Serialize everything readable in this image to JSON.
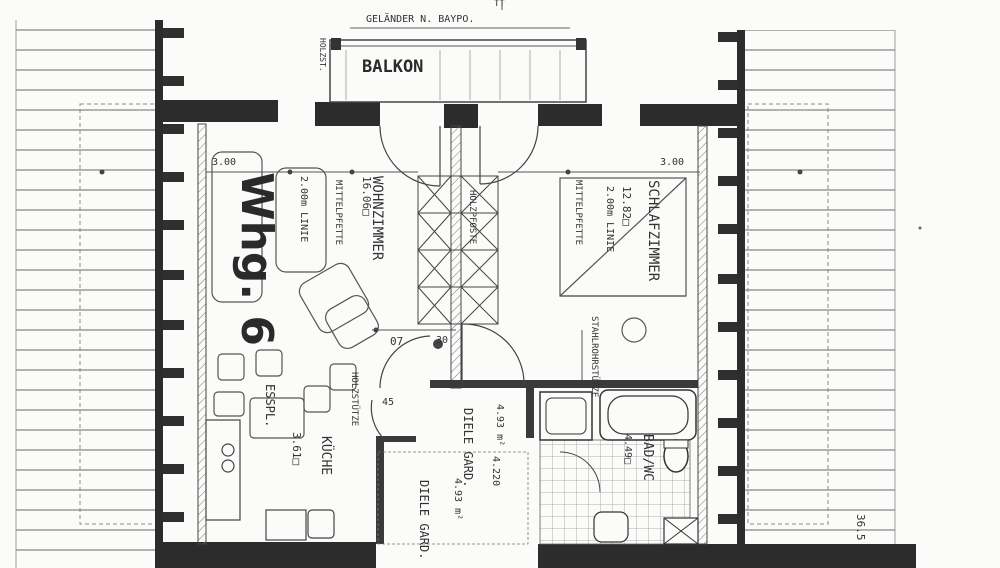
{
  "plan": {
    "balcony_railing_note": "GELÄNDER N. BAYPO.",
    "balcony_label": "BALKON",
    "balcony_side_note": "HOLZST.",
    "unit_label": "Whg. 6",
    "living_room": {
      "name": "WOHNZIMMER",
      "area": "16.06□"
    },
    "bedroom": {
      "name": "SCHLAFZIMMER",
      "area": "12.82□"
    },
    "dining": {
      "name": "ESSPL."
    },
    "kitchen": {
      "name": "KÜCHE",
      "area": "3.61□"
    },
    "wardrobe_top": {
      "name": "DIELE GARD.",
      "area": "4.93 m²"
    },
    "wardrobe_bottom": {
      "name": "DIELE GARD.",
      "area": "4.93 m²"
    },
    "bath": {
      "name": "BAD/WC",
      "area": "4.49□"
    },
    "living_height_line": "2.00m LINIE",
    "bedroom_height_line": "2.00m LINIE",
    "living_purlin": "MITTELPFETTE",
    "bedroom_purlin": "MITTELPFETTE",
    "partition_note": "HOLZPFOSTE",
    "wood_post": "HOLZSTÜTZE",
    "column_note": "STAHLROHRSTÜTZE",
    "dim_left_300": "3.00",
    "dim_right_300": "3.00",
    "dim_07": "07",
    "dim_30": "30",
    "dim_45": "45",
    "dim_4220": "4.220",
    "edge_dim": "36.5",
    "ref_mark": "TT"
  }
}
